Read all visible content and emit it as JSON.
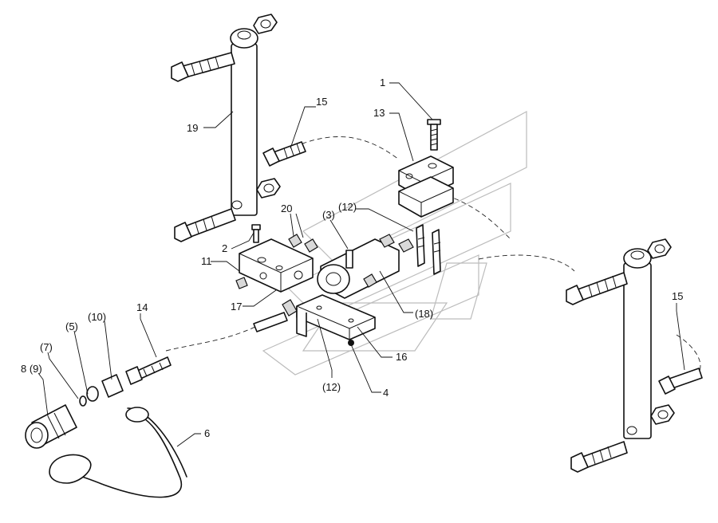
{
  "diagram": {
    "callouts": {
      "c1": "1",
      "c13": "13",
      "c15a": "15",
      "c19": "19",
      "c20": "20",
      "c3": "(3)",
      "c12a": "(12)",
      "c2": "2",
      "c11": "11",
      "c17": "17",
      "c14": "14",
      "c10": "(10)",
      "c5": "(5)",
      "c7": "(7)",
      "c8": "8 (9)",
      "c6": "6",
      "c12b": "(12)",
      "c4": "4",
      "c16": "16",
      "c18": "(18)",
      "c15b": "15"
    }
  }
}
